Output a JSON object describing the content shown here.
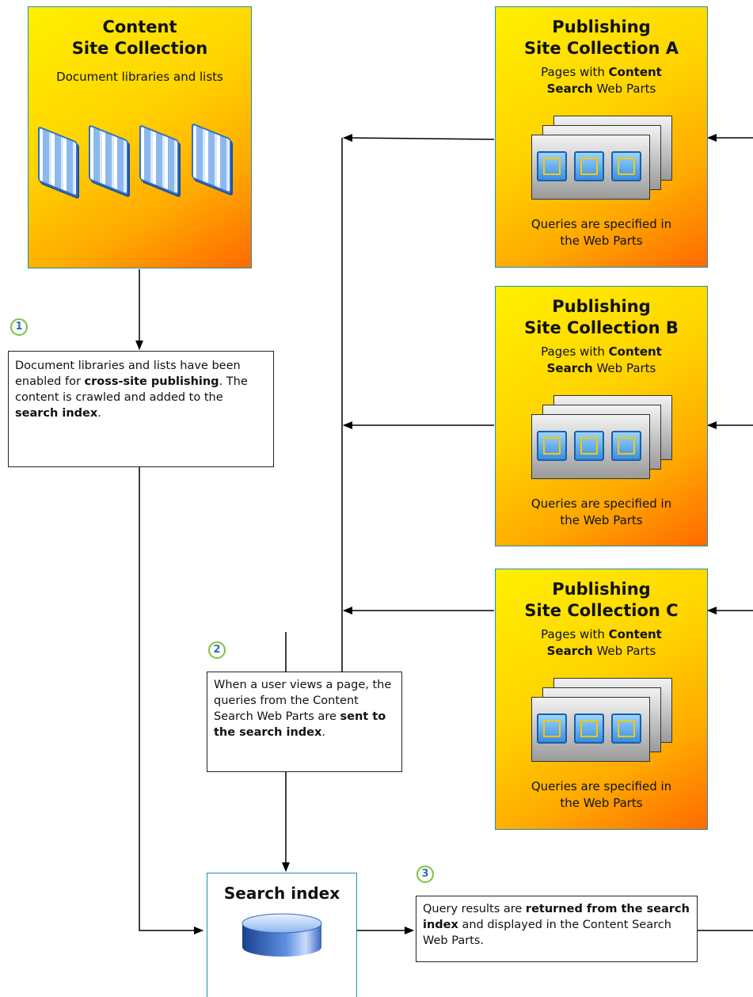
{
  "content_site": {
    "title_line1": "Content",
    "title_line2": "Site Collection",
    "subtitle": "Document libraries and lists"
  },
  "publishing_sites": [
    {
      "title_line1": "Publishing",
      "title_line2": "Site Collection A",
      "pages_text_1": "Pages with ",
      "pages_text_bold_1": "Content",
      "pages_text_bold_2": "Search",
      "pages_text_2": " Web Parts",
      "queries_line1": "Queries are specified in",
      "queries_line2": "the Web Parts"
    },
    {
      "title_line1": "Publishing",
      "title_line2": "Site Collection B",
      "pages_text_1": "Pages with ",
      "pages_text_bold_1": "Content",
      "pages_text_bold_2": "Search",
      "pages_text_2": " Web Parts",
      "queries_line1": "Queries are specified in",
      "queries_line2": "the Web Parts"
    },
    {
      "title_line1": "Publishing",
      "title_line2": "Site Collection C",
      "pages_text_1": "Pages with ",
      "pages_text_bold_1": "Content",
      "pages_text_bold_2": "Search",
      "pages_text_2": " Web Parts",
      "queries_line1": "Queries are specified in",
      "queries_line2": "the Web Parts"
    }
  ],
  "steps": [
    {
      "number": "1",
      "parts": [
        {
          "text": "Document libraries and lists have been enabled for ",
          "bold": false
        },
        {
          "text": "cross-site publishing",
          "bold": true
        },
        {
          "text": ".  The content is crawled and added to the ",
          "bold": false
        },
        {
          "text": "search index",
          "bold": true
        },
        {
          "text": ".",
          "bold": false
        }
      ]
    },
    {
      "number": "2",
      "parts": [
        {
          "text": "When a user views a page, the queries from the Content Search Web Parts are ",
          "bold": false
        },
        {
          "text": "sent to the search index",
          "bold": true
        },
        {
          "text": ".",
          "bold": false
        }
      ]
    },
    {
      "number": "3",
      "parts": [
        {
          "text": "Query results are ",
          "bold": false
        },
        {
          "text": "returned from the search index",
          "bold": true
        },
        {
          "text": " and displayed in the Content Search Web Parts.",
          "bold": false
        }
      ]
    }
  ],
  "search_index": {
    "title": "Search index"
  },
  "colors": {
    "site_border": "#1f8fb3",
    "step_circle": "#7cc243",
    "step_number": "#2d6fb5",
    "gradient_yellow": "#fff000",
    "gradient_orange": "#ff6a00"
  }
}
